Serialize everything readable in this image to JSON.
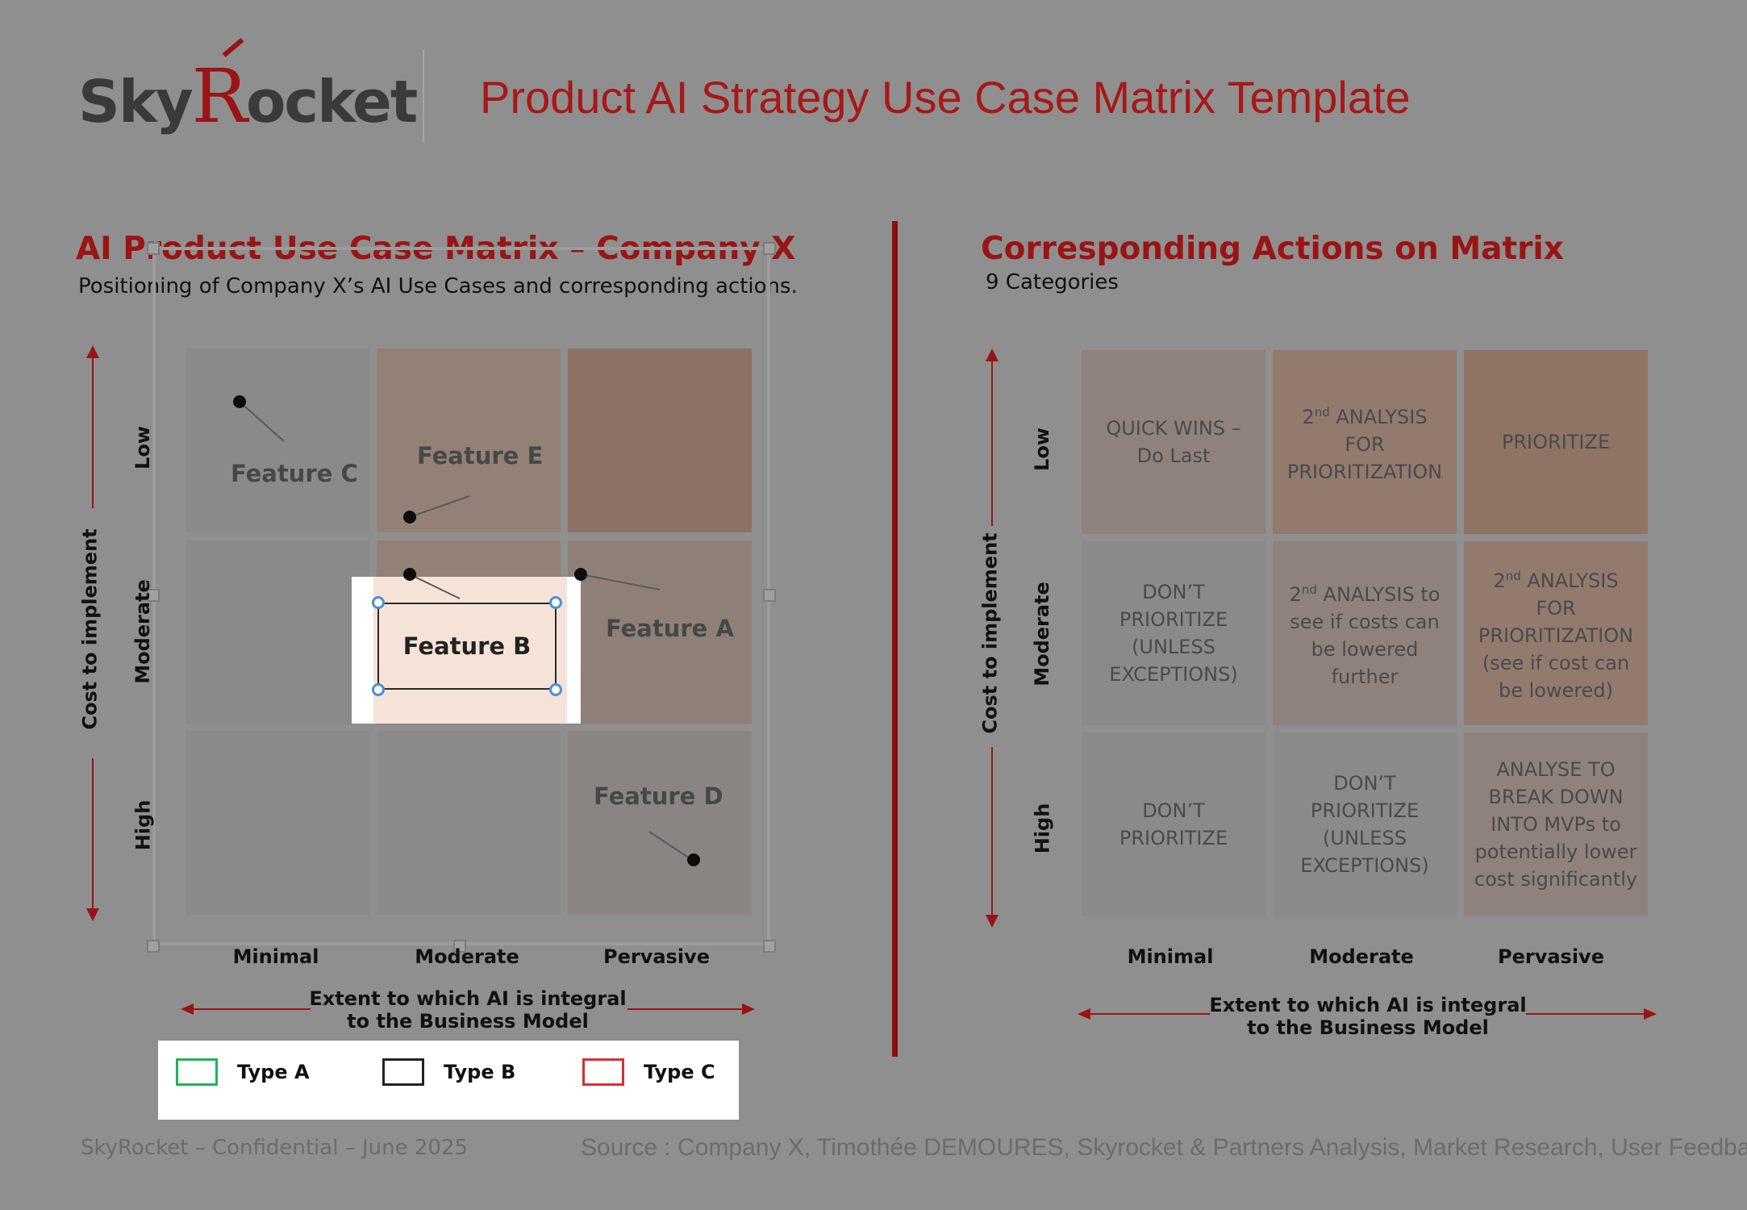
{
  "header": {
    "logo": {
      "part1": "Sky",
      "r": "R",
      "part2": "ocket"
    },
    "title": "Product AI Strategy Use Case Matrix Template"
  },
  "left": {
    "title": "AI Product Use Case Matrix – Company X",
    "subtitle": "Positioning of Company X’s AI Use Cases and corresponding actions.",
    "y_axis_title": "Cost to implement",
    "row_labels": [
      "Low",
      "Moderate",
      "High"
    ],
    "col_labels": [
      "Minimal",
      "Moderate",
      "Pervasive"
    ],
    "x_axis_title_1": "Extent to which AI is integral",
    "x_axis_title_2": "to the Business Model",
    "features": {
      "c": "Feature C",
      "e": "Feature E",
      "b": "Feature B",
      "a": "Feature A",
      "d": "Feature D"
    },
    "legend": [
      "Type A",
      "Type B",
      "Type C"
    ],
    "legend_colors": [
      "#23b15b",
      "#222222",
      "#d43030"
    ]
  },
  "right": {
    "title": "Corresponding Actions on Matrix",
    "subtitle": "9 Categories",
    "y_axis_title": "Cost to implement",
    "row_labels": [
      "Low",
      "Moderate",
      "High"
    ],
    "col_labels": [
      "Minimal",
      "Moderate",
      "Pervasive"
    ],
    "x_axis_title_1": "Extent to which AI is integral",
    "x_axis_title_2": "to the Business Model",
    "cells": [
      [
        "QUICK WINS –",
        "Do Last"
      ],
      [
        "2nd ANALYSIS",
        "FOR",
        "PRIORITIZATION"
      ],
      [
        "PRIORITIZE"
      ],
      [
        "DON’T",
        "PRIORITIZE",
        "(UNLESS",
        "EXCEPTIONS)"
      ],
      [
        "2nd ANALYSIS to",
        "see if costs can",
        "be lowered",
        "further"
      ],
      [
        "2nd ANALYSIS",
        "FOR",
        "PRIORITIZATION",
        "(see if cost can",
        "be lowered)"
      ],
      [
        "DON’T",
        "PRIORITIZE"
      ],
      [
        "DON’T",
        "PRIORITIZE",
        "(UNLESS",
        "EXCEPTIONS)"
      ],
      [
        "ANALYSE TO",
        "BREAK DOWN",
        "INTO MVPs to",
        "potentially lower",
        "cost significantly"
      ]
    ]
  },
  "footer": {
    "left": "SkyRocket – Confidential – June 2025",
    "right": "Source : Company X, Timothée DEMOURES, Skyrocket & Partners Analysis, Market Research, User Feedback"
  },
  "colors": {
    "accent": "#9b1414",
    "title_red": "#a81818",
    "cell_grey": "#8a8a8a",
    "cell_light_brown": "#938077",
    "cell_brown": "#8c7264",
    "highlight": "#f6e3d7"
  }
}
